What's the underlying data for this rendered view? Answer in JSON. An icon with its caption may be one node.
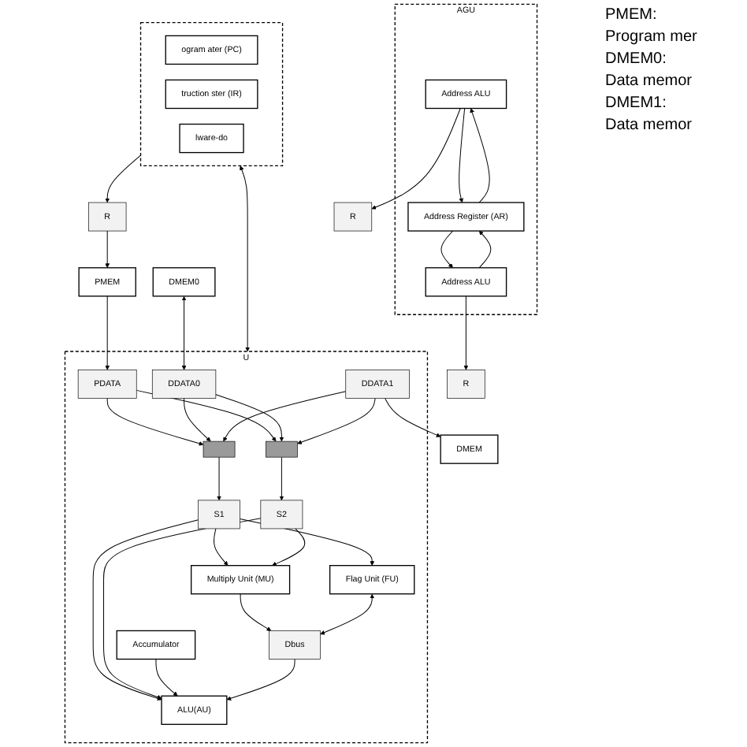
{
  "diagram": {
    "nodes": [
      {
        "text": [
          "AGU"
        ]
      },
      {
        "text": [
          "Address ALU"
        ],
        "in": 0
      },
      {
        "text": [
          "Address Register (AR)"
        ],
        "in": 0
      },
      {
        "text": [
          "Address ALU"
        ],
        "in": 0
      },
      {
        "text": [],
        "shape": "box"
      },
      {
        "text": [
          "ogram ater (PC)"
        ],
        "in": 4
      },
      {
        "text": [
          "truction ster (IR)"
        ],
        "in": 4
      },
      {
        "text": [
          "lware-do"
        ],
        "in": 4
      },
      {
        "text": [
          "PMEM"
        ]
      },
      {
        "text": [
          "DMEM0"
        ]
      },
      {
        "text": [
          "DMEM"
        ]
      },
      {
        "text": [
          "U"
        ]
      },
      {
        "text": [],
        "shape": "bar",
        "in": 11
      },
      {
        "text": [],
        "shape": "bar",
        "in": 11
      },
      {
        "text": [
          "ALU(AU)"
        ],
        "in": 11
      },
      {
        "text": [
          "Accumulator"
        ],
        "in": 11
      },
      {
        "text": [
          "Multiply Unit (MU)"
        ],
        "in": 11
      },
      {
        "text": [
          "Flag Unit (FU)"
        ],
        "in": 11
      },
      {
        "text": [
          "R"
        ]
      },
      {
        "text": [
          "R"
        ]
      },
      {
        "text": [
          "R"
        ]
      },
      {
        "text": [
          "PDATA"
        ],
        "in": 11
      },
      {
        "text": [
          "DDATA0"
        ],
        "in": 11
      },
      {
        "text": [
          "DDATA1"
        ],
        "in": 11
      },
      {
        "text": [
          "S1"
        ],
        "in": 11
      },
      {
        "text": [
          "S2"
        ],
        "in": 11
      },
      {
        "text": [
          "Dbus"
        ],
        "in": 11
      }
    ],
    "edges": [
      {
        "from": 4,
        "to": 18,
        "arrow": "to"
      },
      {
        "from": 1,
        "to": 19,
        "arrow": "to"
      },
      {
        "from": 3,
        "to": 20,
        "arrow": "to"
      },
      {
        "from": 1,
        "to": 2,
        "arrow": "to"
      },
      {
        "from": 3,
        "to": 2,
        "arrow": "to"
      },
      {
        "from": 2,
        "to": 1,
        "arrow": "to"
      },
      {
        "from": 2,
        "to": 3,
        "arrow": "to"
      },
      {
        "from": 4,
        "to": 11,
        "arrow": "both"
      },
      {
        "from": 18,
        "to": 8,
        "arrow": "to"
      },
      {
        "from": 8,
        "to": 21,
        "arrow": "to"
      },
      {
        "from": 9,
        "to": 22,
        "arrow": "both"
      },
      {
        "from": 23,
        "to": 10,
        "arrow": "to"
      },
      {
        "from": 21,
        "to": 12,
        "arrow": "to"
      },
      {
        "from": 22,
        "to": 12,
        "arrow": "to"
      },
      {
        "from": 23,
        "to": 12,
        "arrow": "to"
      },
      {
        "from": 21,
        "to": 13,
        "arrow": "to"
      },
      {
        "from": 22,
        "to": 13,
        "arrow": "to"
      },
      {
        "from": 23,
        "to": 13,
        "arrow": "to"
      },
      {
        "from": 12,
        "to": 24,
        "arrow": "to"
      },
      {
        "from": 13,
        "to": 25,
        "arrow": "to"
      },
      {
        "from": 24,
        "to": 14,
        "arrow": "to"
      },
      {
        "from": 25,
        "to": 14,
        "arrow": "to"
      },
      {
        "from": 24,
        "to": 16,
        "arrow": "to"
      },
      {
        "from": 25,
        "to": 16,
        "arrow": "to"
      },
      {
        "from": 24,
        "to": 17,
        "arrow": "to"
      },
      {
        "from": 15,
        "to": 14,
        "arrow": "to"
      },
      {
        "from": 26,
        "to": 14,
        "arrow": "to"
      },
      {
        "from": 16,
        "to": 26,
        "arrow": "to"
      },
      {
        "from": 17,
        "to": 26,
        "arrow": "both"
      }
    ],
    "labels": [
      "PMEM:",
      "Program mer",
      "DMEM0:",
      "Data memor",
      "DMEM1:",
      "Data memor"
    ]
  }
}
